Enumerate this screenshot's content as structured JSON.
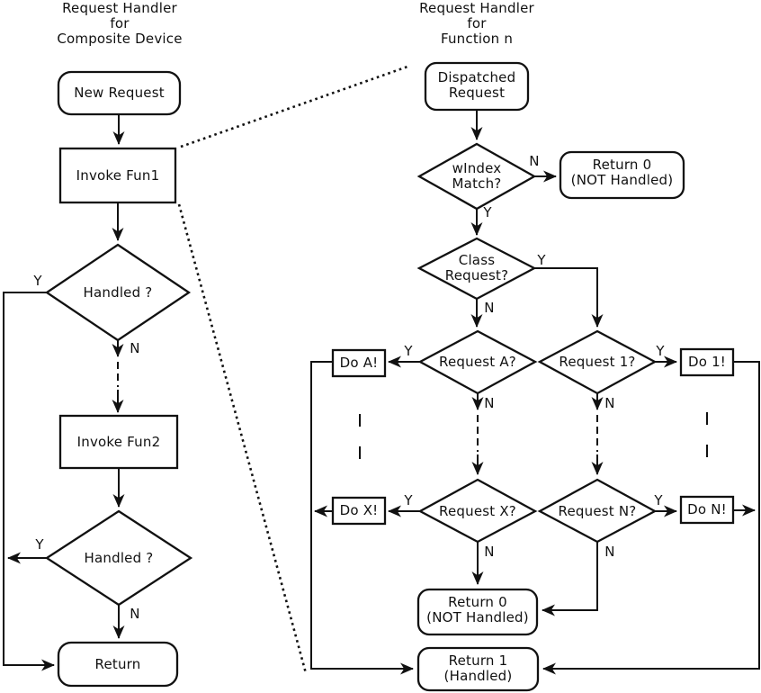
{
  "left": {
    "title": [
      "Request Handler",
      "for",
      "Composite Device"
    ],
    "new_request": "New Request",
    "invoke_fun1": "Invoke Fun1",
    "handled_1": "Handled ?",
    "invoke_fun2": "Invoke Fun2",
    "handled_2": "Handled ?",
    "return": "Return"
  },
  "right": {
    "title": [
      "Request Handler",
      "for",
      "Function n"
    ],
    "dispatched": [
      "Dispatched",
      "Request"
    ],
    "windex": [
      "wIndex",
      "Match?"
    ],
    "return0_top": [
      "Return 0",
      "(NOT Handled)"
    ],
    "class_request": [
      "Class",
      "Request?"
    ],
    "request_a": "Request A?",
    "do_a": "Do A!",
    "request_1": "Request 1?",
    "do_1": "Do 1!",
    "request_x": "Request X?",
    "do_x": "Do X!",
    "request_n": "Request N?",
    "do_n": "Do N!",
    "return0_bottom": [
      "Return 0",
      "(NOT Handled)"
    ],
    "return_1": [
      "Return 1",
      "(Handled)"
    ]
  },
  "labels": {
    "yes": "Y",
    "no": "N"
  },
  "colors": {
    "stroke": "#111111",
    "background": "#ffffff",
    "text": "#111111"
  }
}
